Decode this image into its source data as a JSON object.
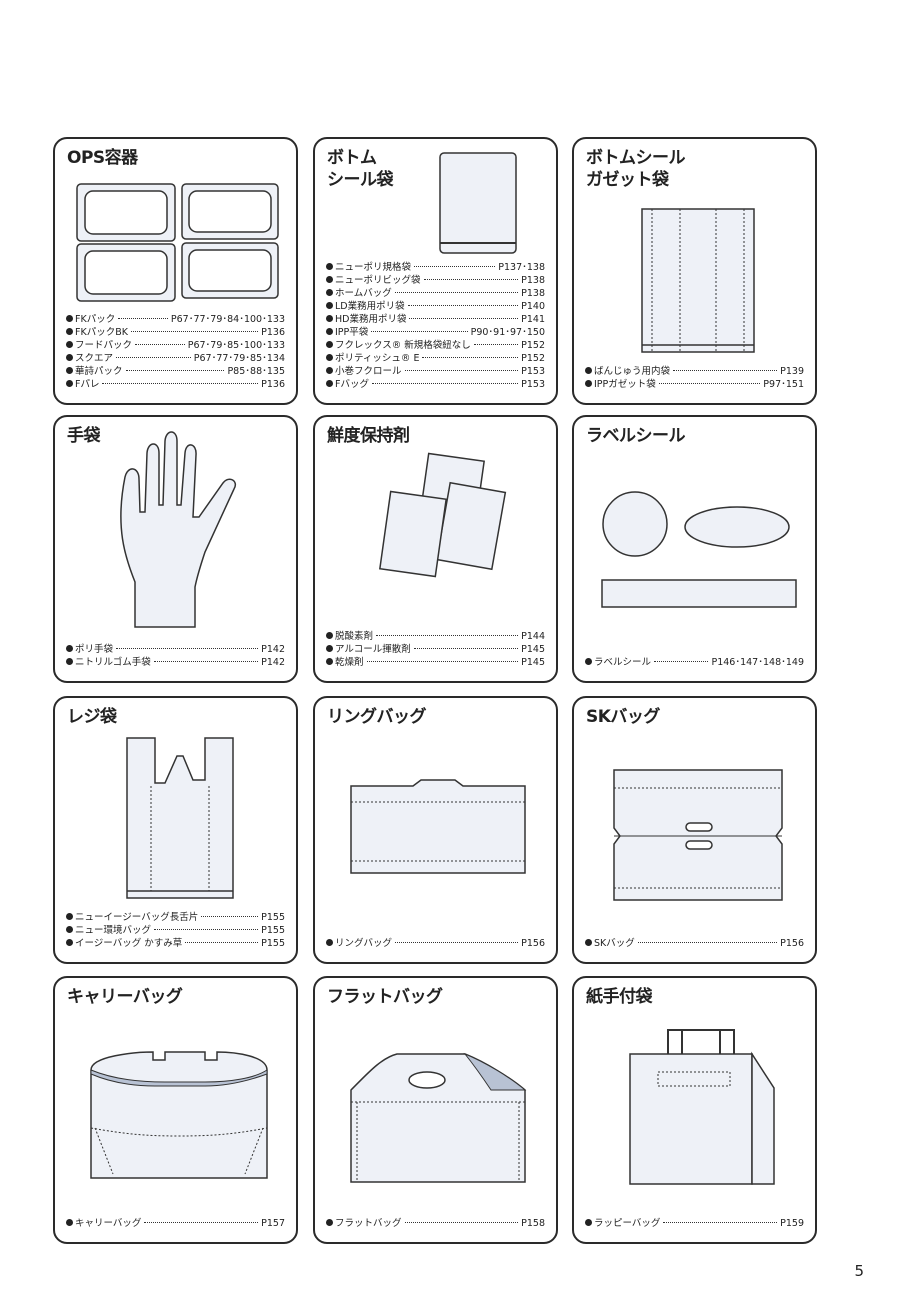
{
  "page_number": "5",
  "cards": [
    {
      "title": "OPS容器",
      "items": [
        {
          "name": "FKパック",
          "page": "P67･77･79･84･100･133"
        },
        {
          "name": "FKパックBK",
          "page": "P136"
        },
        {
          "name": "フードパック",
          "page": "P67･79･85･100･133"
        },
        {
          "name": "スクエア",
          "page": "P67･77･79･85･134"
        },
        {
          "name": "華詩パック",
          "page": "P85･88･135"
        },
        {
          "name": "Fパレ",
          "page": "P136"
        }
      ]
    },
    {
      "title": "ボトム\nシール袋",
      "items": [
        {
          "name": "ニューポリ規格袋",
          "page": "P137･138"
        },
        {
          "name": "ニューポリビッグ袋",
          "page": "P138"
        },
        {
          "name": "ホームバッグ",
          "page": "P138"
        },
        {
          "name": "LD業務用ポリ袋",
          "page": "P140"
        },
        {
          "name": "HD業務用ポリ袋",
          "page": "P141"
        },
        {
          "name": "IPP平袋",
          "page": "P90･91･97･150"
        },
        {
          "name": "フクレックス® 新規格袋紐なし",
          "page": "P152"
        },
        {
          "name": "ポリティッシュ® E",
          "page": "P152"
        },
        {
          "name": "小巻フクロール",
          "page": "P153"
        },
        {
          "name": "Fバッグ",
          "page": "P153"
        }
      ]
    },
    {
      "title": "ボトムシール\nガゼット袋",
      "items": [
        {
          "name": "ばんじゅう用内袋",
          "page": "P139"
        },
        {
          "name": "IPPガゼット袋",
          "page": "P97･151"
        }
      ]
    },
    {
      "title": "手袋",
      "items": [
        {
          "name": "ポリ手袋",
          "page": "P142"
        },
        {
          "name": "ニトリルゴム手袋",
          "page": "P142"
        }
      ]
    },
    {
      "title": "鮮度保持剤",
      "items": [
        {
          "name": "脱酸素剤",
          "page": "P144"
        },
        {
          "name": "アルコール揮散剤",
          "page": "P145"
        },
        {
          "name": "乾燥剤",
          "page": "P145"
        }
      ]
    },
    {
      "title": "ラベルシール",
      "items": [
        {
          "name": "ラベルシール",
          "page": "P146･147･148･149"
        }
      ]
    },
    {
      "title": "レジ袋",
      "items": [
        {
          "name": "ニューイージーバッグ長舌片",
          "page": "P155"
        },
        {
          "name": "ニュー環境バッグ",
          "page": "P155"
        },
        {
          "name": "イージーバッグ かすみ草",
          "page": "P155"
        }
      ]
    },
    {
      "title": "リングバッグ",
      "items": [
        {
          "name": "リングバッグ",
          "page": "P156"
        }
      ]
    },
    {
      "title": "SKバッグ",
      "items": [
        {
          "name": "SKバッグ",
          "page": "P156"
        }
      ]
    },
    {
      "title": "キャリーバッグ",
      "items": [
        {
          "name": "キャリーバッグ",
          "page": "P157"
        }
      ]
    },
    {
      "title": "フラットバッグ",
      "items": [
        {
          "name": "フラットバッグ",
          "page": "P158"
        }
      ]
    },
    {
      "title": "紙手付袋",
      "items": [
        {
          "name": "ラッピーバッグ",
          "page": "P159"
        }
      ]
    }
  ]
}
